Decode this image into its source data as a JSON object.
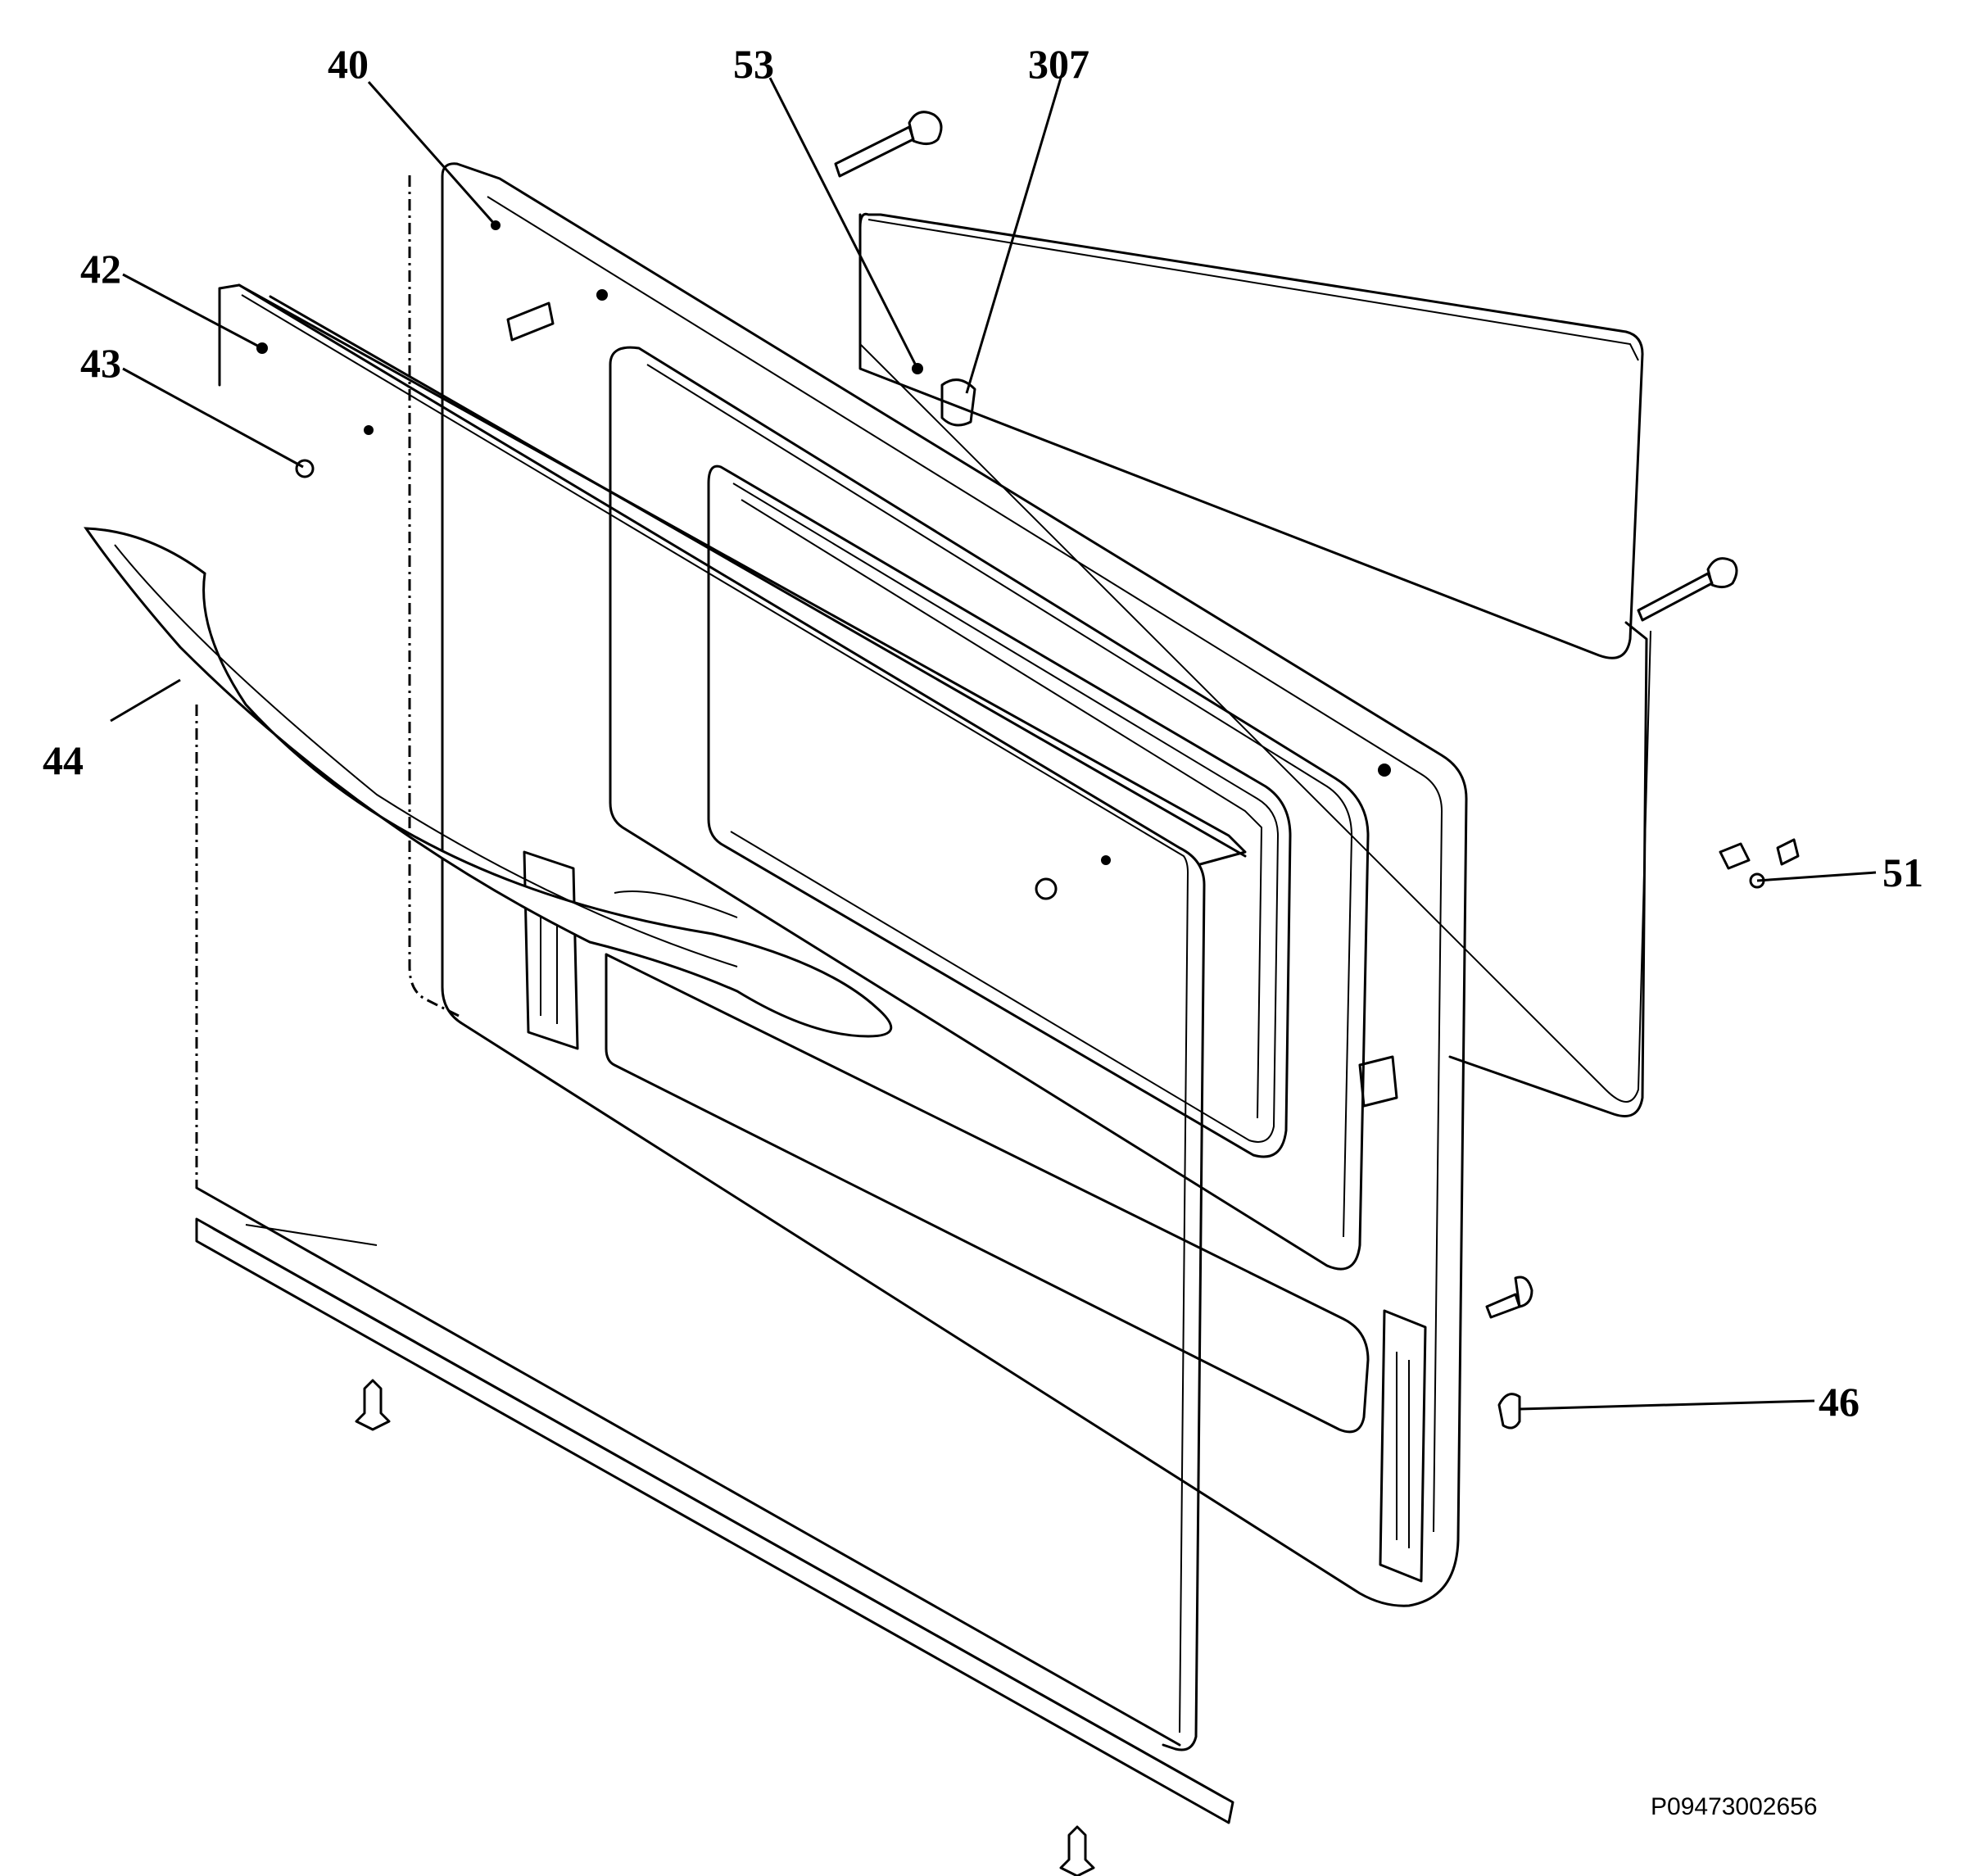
{
  "diagram": {
    "callouts": [
      {
        "id": "40",
        "label": "40"
      },
      {
        "id": "53",
        "label": "53"
      },
      {
        "id": "307",
        "label": "307"
      },
      {
        "id": "42",
        "label": "42"
      },
      {
        "id": "43",
        "label": "43"
      },
      {
        "id": "44",
        "label": "44"
      },
      {
        "id": "51",
        "label": "51"
      },
      {
        "id": "46",
        "label": "46"
      }
    ],
    "drawing_code": "P09473002656"
  }
}
